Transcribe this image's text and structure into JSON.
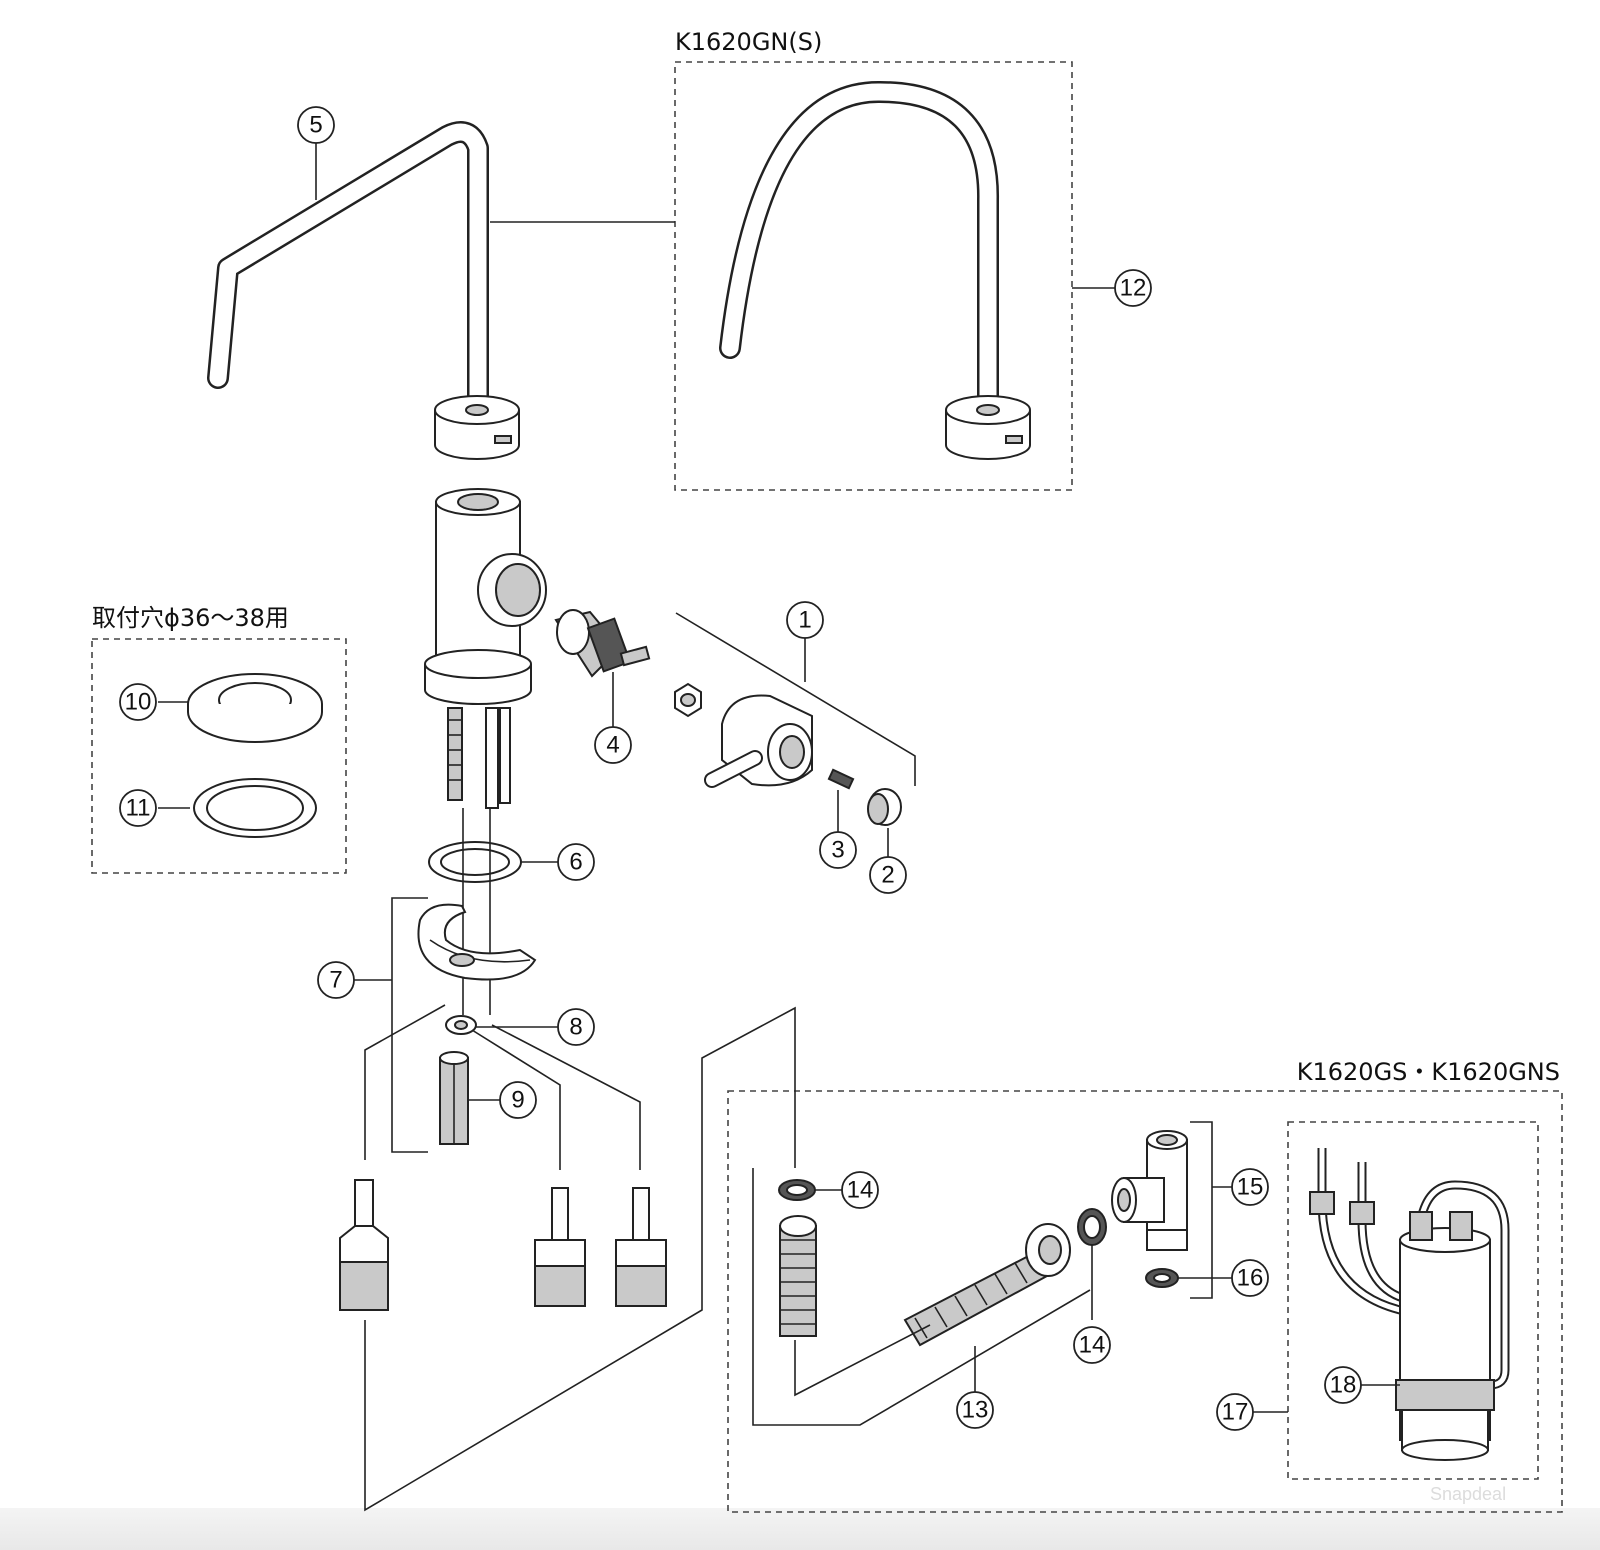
{
  "diagram": {
    "group_labels": {
      "k1620gn_s": "K1620GN(S)",
      "mounting_hole": "取付穴ϕ36～38用",
      "k1620gs_gns": "K1620GS・K1620GNS"
    },
    "callouts": [
      {
        "id": "c1",
        "text": "1"
      },
      {
        "id": "c2",
        "text": "2"
      },
      {
        "id": "c3",
        "text": "3"
      },
      {
        "id": "c4",
        "text": "4"
      },
      {
        "id": "c5",
        "text": "5"
      },
      {
        "id": "c6",
        "text": "6"
      },
      {
        "id": "c7",
        "text": "7"
      },
      {
        "id": "c8",
        "text": "8"
      },
      {
        "id": "c9",
        "text": "9"
      },
      {
        "id": "c10",
        "text": "10"
      },
      {
        "id": "c11",
        "text": "11"
      },
      {
        "id": "c12",
        "text": "12"
      },
      {
        "id": "c13",
        "text": "13"
      },
      {
        "id": "c14a",
        "text": "14"
      },
      {
        "id": "c14b",
        "text": "14"
      },
      {
        "id": "c15",
        "text": "15"
      },
      {
        "id": "c16",
        "text": "16"
      },
      {
        "id": "c17",
        "text": "17"
      },
      {
        "id": "c18",
        "text": "18"
      }
    ],
    "watermark": "Snapdeal"
  }
}
